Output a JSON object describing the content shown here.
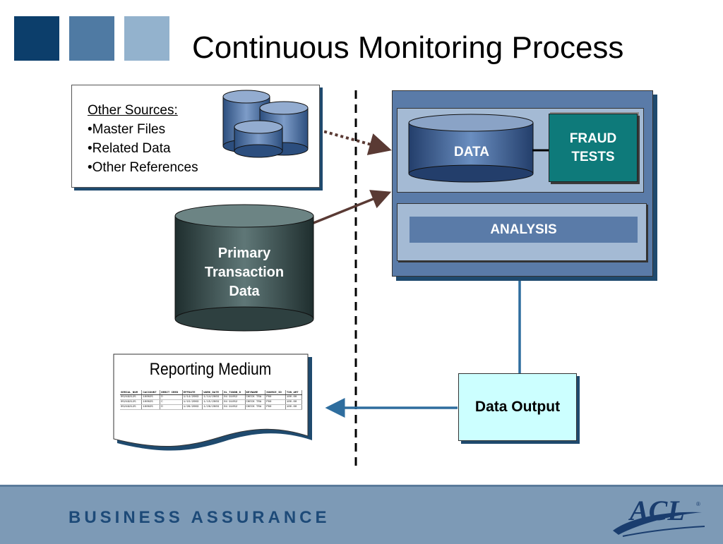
{
  "title": "Continuous Monitoring Process",
  "colors": {
    "square_dark": "#0c3e6b",
    "square_mid": "#4f7aa3",
    "square_light": "#93b2cd",
    "system_outer": "#5a7ba8",
    "inner_panel": "#a4bad4",
    "fraud_tests": "#0e7a7a",
    "data_output": "#ccffff",
    "footer": "#7d9ab6",
    "primary_cylinder": "#3f5656",
    "arrow_brown": "#5a3a34",
    "arrow_blue": "#2e6d9e"
  },
  "other_sources": {
    "heading": "Other Sources:",
    "items": [
      "Master Files",
      "Related Data",
      "Other References"
    ]
  },
  "primary_transaction": {
    "line1": "Primary",
    "line2": "Transaction",
    "line3": "Data"
  },
  "system": {
    "data_label": "DATA",
    "fraud_line1": "FRAUD",
    "fraud_line2": "TESTS",
    "analysis_label": "ANALYSIS"
  },
  "data_output": "Data Output",
  "reporting": {
    "title": "Reporting Medium",
    "columns": [
      "SERIAL_NUM",
      "CACCOUNT",
      "DEBIT CRED",
      "EFFDATE",
      "WORK_DATE",
      "GL_TXNDB_D",
      "KEYNAME",
      "SOURCE_ID",
      "TXN_AMT"
    ],
    "rows": [
      [
        "052492125",
        "100025",
        "D",
        "1/14/2003",
        "1/14/2003",
        "04 91052",
        "CHECK TRA",
        "P00",
        "100.00"
      ],
      [
        "052492125",
        "100025",
        "C",
        "1/15/2003",
        "1/15/2003",
        "04 91052",
        "CHECK TRA",
        "P00",
        "100.00"
      ],
      [
        "052492125",
        "100025",
        "D",
        "1/26/2003",
        "1/26/2003",
        "04 91052",
        "CHECK TRA",
        "P00",
        "100.00"
      ]
    ]
  },
  "footer": {
    "text": "BUSINESS ASSURANCE",
    "logo": "ACL",
    "logo_mark": "®"
  }
}
